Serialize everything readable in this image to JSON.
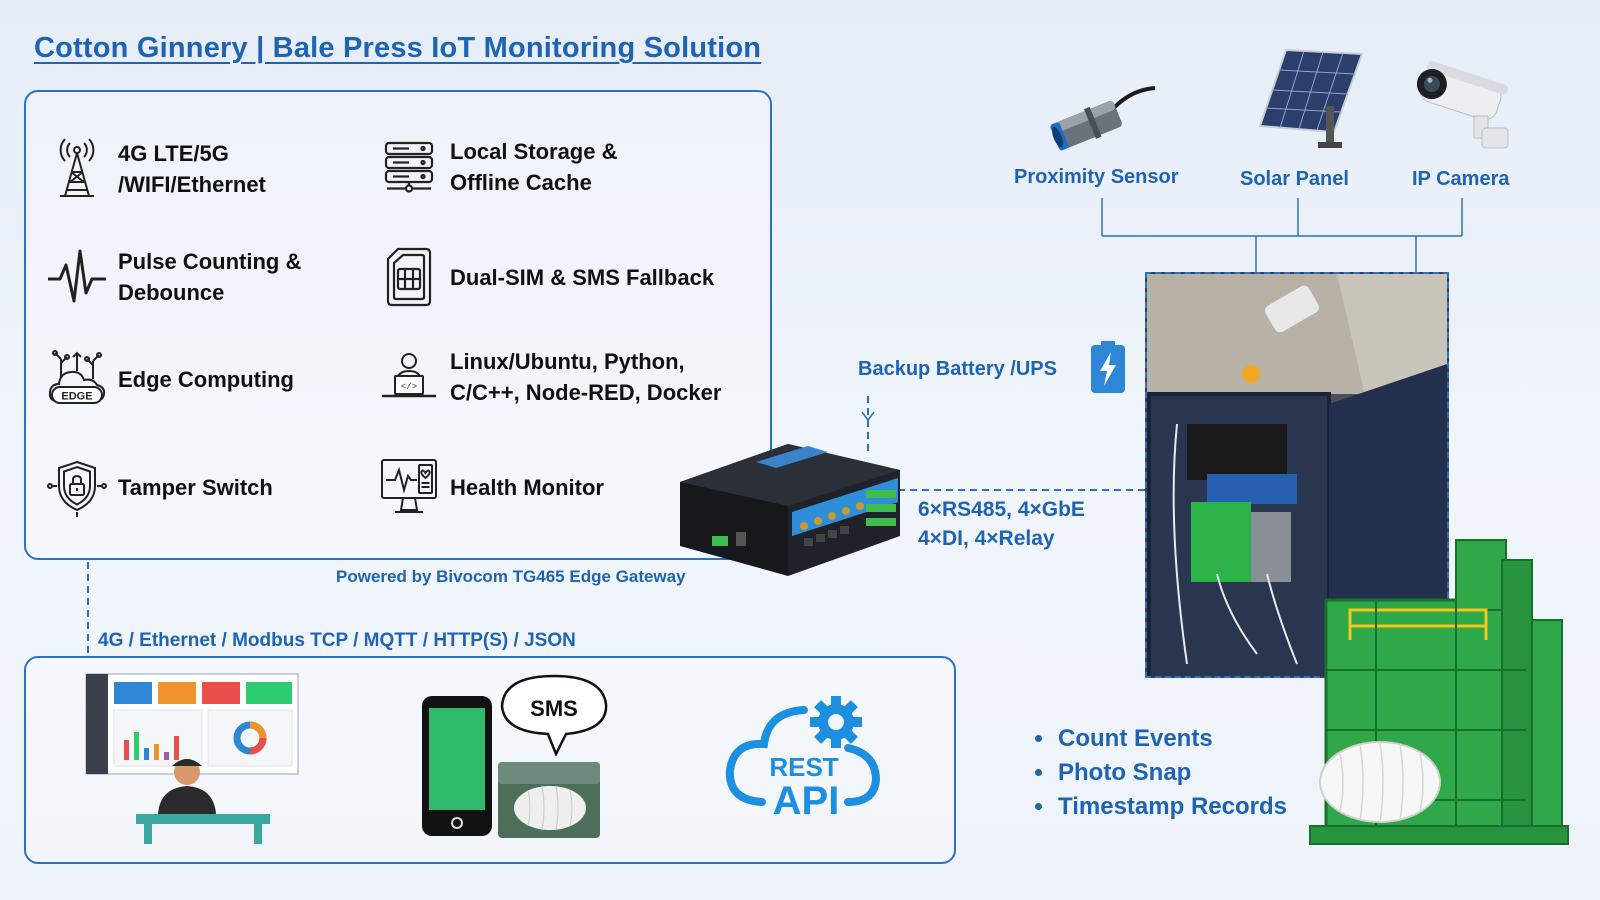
{
  "title": "Cotton Ginnery | Bale Press IoT Monitoring Solution",
  "features": [
    {
      "label": "4G LTE/5G\n/WIFI/Ethernet",
      "icon": "antenna-tower-icon"
    },
    {
      "label": "Local Storage &\nOffline Cache",
      "icon": "server-storage-icon"
    },
    {
      "label": "Pulse Counting &\nDebounce",
      "icon": "pulse-wave-icon"
    },
    {
      "label": "Dual-SIM & SMS Fallback",
      "icon": "sim-card-icon"
    },
    {
      "label": "Edge Computing",
      "icon": "edge-cloud-icon",
      "icon_text": "EDGE"
    },
    {
      "label": "Linux/Ubuntu, Python,\nC/C++, Node-RED, Docker",
      "icon": "developer-icon"
    },
    {
      "label": "Tamper Switch",
      "icon": "shield-lock-icon"
    },
    {
      "label": "Health Monitor",
      "icon": "health-monitor-icon"
    }
  ],
  "gateway_caption": "Powered by Bivocom TG465 Edge Gateway",
  "protocols": "4G / Ethernet / Modbus TCP / MQTT / HTTP(S) / JSON",
  "battery": "Backup Battery /UPS",
  "ports": "6×RS485, 4×GbE\n4×DI, 4×Relay",
  "devices": [
    "Proximity Sensor",
    "Solar Panel",
    "IP Camera"
  ],
  "bullets": [
    "Count Events",
    "Photo Snap",
    "Timestamp Records"
  ],
  "sms_label": "SMS",
  "api_label_top": "REST",
  "api_label_bottom": "API",
  "colors": {
    "accent": "#1f63b3",
    "border": "#2a72c7",
    "press_green": "#2fa84a"
  }
}
